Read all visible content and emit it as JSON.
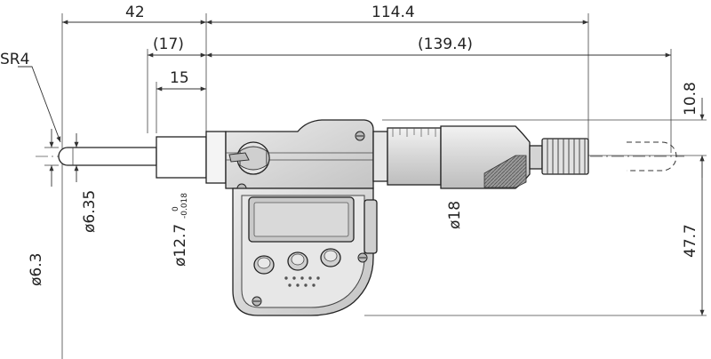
{
  "dimensions": {
    "d42": "42",
    "d114_4": "114.4",
    "d17": "(17)",
    "d139_4": "(139.4)",
    "d15": "15",
    "sr4": "SR4",
    "d10_8": "10.8",
    "d47_7": "47.7",
    "dia6_35": "ø6.35",
    "dia6_3": "ø6.3",
    "dia12_7": "ø12.7",
    "tol_upper": "0",
    "tol_lower": "-0.018",
    "dia18": "ø18"
  },
  "colors": {
    "body_fill": "#dcdcdc",
    "body_dark": "#b9b9b9",
    "lcd_fill": "#c9c9c9",
    "line": "#222222"
  }
}
